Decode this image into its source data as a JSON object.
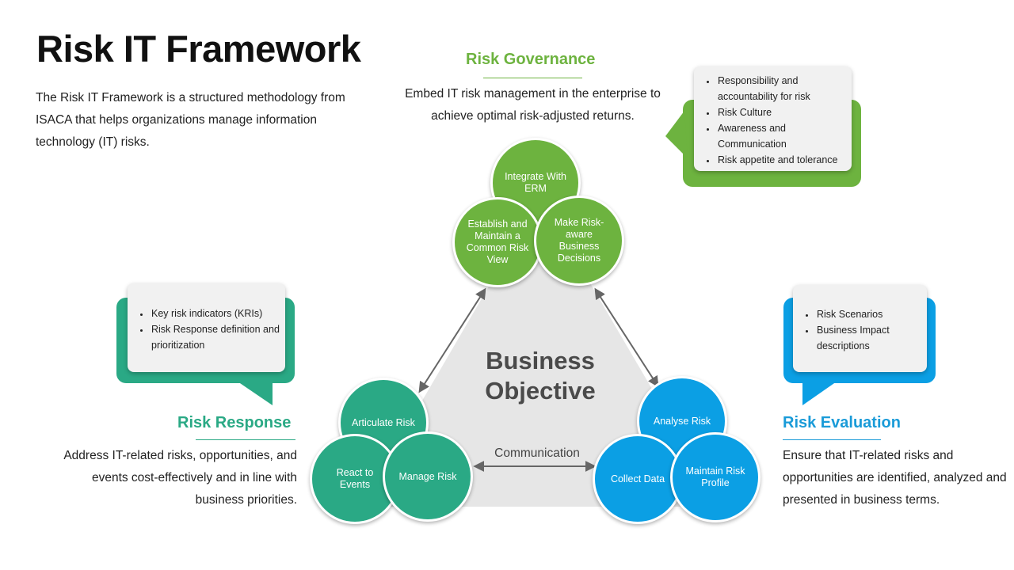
{
  "title": "Risk IT Framework",
  "intro": "The Risk IT Framework is a structured methodology from ISACA that helps organizations manage information technology (IT) risks.",
  "governance": {
    "title": "Risk Governance",
    "description": "Embed IT risk management in the enterprise to achieve optimal risk-adjusted returns.",
    "bullets": [
      "Responsibility and accountability for risk",
      "Risk Culture",
      "Awareness and Communication",
      "Risk appetite and tolerance"
    ],
    "circles": [
      "Integrate With ERM",
      "Establish and Maintain a Common Risk View",
      "Make Risk-aware Business Decisions"
    ],
    "color": "#6db33f"
  },
  "response": {
    "title": "Risk Response",
    "description": "Address IT-related risks, opportunities, and events cost-effectively and in line with business priorities.",
    "bullets": [
      "Key risk indicators (KRIs)",
      "Risk Response definition and prioritization"
    ],
    "circles": [
      "Articulate Risk",
      "React to Events",
      "Manage Risk"
    ],
    "color": "#2aa985"
  },
  "evaluation": {
    "title": "Risk Evaluation",
    "description": "Ensure that IT-related risks and opportunities are identified, analyzed and presented in business terms.",
    "bullets": [
      "Risk Scenarios",
      "Business Impact descriptions"
    ],
    "circles": [
      "Analyse Risk",
      "Collect Data",
      "Maintain Risk Profile"
    ],
    "color": "#0b9fe4"
  },
  "center": {
    "line1": "Business",
    "line2": "Objective"
  },
  "communication_label": "Communication"
}
